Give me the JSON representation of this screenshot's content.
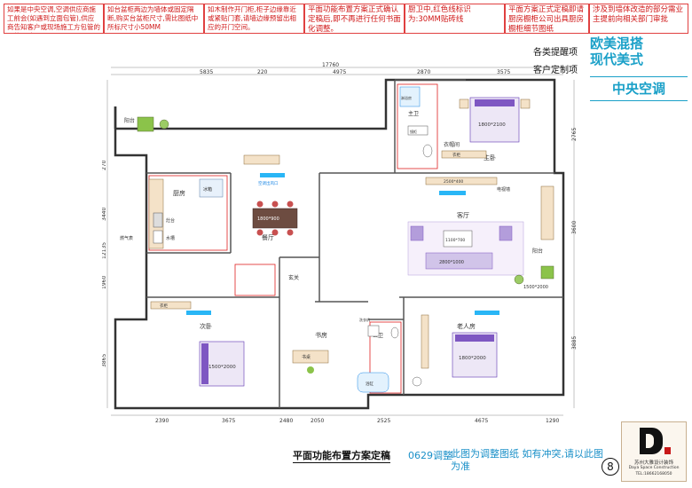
{
  "notes": [
    "如果是中央空调,空调供应商施工前会(如遇到立面包管),供应商告知客户或现场施工方包管的具体尺寸",
    "如台盆柜两边为墙体或固定隔断,购买台盆柜尺寸,需比图纸中所标尺寸小50MM",
    "如木制作开门柜,柜子边缘靠近或紧贴门套,请墙边缘预留出相应的开门空间。",
    "平面功能布置方案正式确认定稿后,即不再进行任何书面化调整。",
    "厨卫中,红色线标识为:30MM贴砖线",
    "平面方案正式定稿即请厨房橱柜公司出具厨房橱柜细节图纸",
    "涉及到墙体改造的部分需业主提前向相关部门审批"
  ],
  "tags": {
    "reminder": "各类提醒项",
    "custom": "客户定制项"
  },
  "style": {
    "line1": "欧美混搭",
    "line2": "现代美式",
    "ac": "中央空调"
  },
  "dims": {
    "total_width": "17760",
    "top": [
      "5835",
      "220",
      "4975",
      "2870",
      "3575"
    ],
    "bottom": [
      "2390",
      "3675",
      "2480",
      "2050",
      "2525",
      "4675",
      "1290"
    ],
    "left": [
      "270",
      "3440",
      "12135",
      "1960",
      "3865"
    ],
    "right": [
      "2765",
      "3600",
      "3885"
    ]
  },
  "rooms": {
    "balcony_n": "阳台",
    "kitchen": "厨房",
    "dining": "餐厅",
    "living": "客厅",
    "master": "主卧",
    "bath_master": "主卫",
    "bedroom2": "次卧",
    "bedroom3": "老人房",
    "study": "书房",
    "bath_public": "公卫",
    "balcony_s": "阳台",
    "entrance": "玄关",
    "wardrobe_master": "衣帽间",
    "study_desk": "书桌"
  },
  "labels": {
    "bed_master": "1800*2100",
    "bed_2": "1500*2000",
    "bed_3": "1800*2000",
    "bed_4": "1500*2000",
    "sofa": "2800*1000",
    "tv_cabinet": "2500*400",
    "coffee_table": "1100*700",
    "dining_table": "1800*900",
    "fridge": "冰箱",
    "stove": "灶台",
    "sink": "水槽",
    "washer": "洗衣机",
    "shower": "淋浴房",
    "bathtub": "浴缸",
    "mirror_cab": "镜柜",
    "wardrobe": "衣柜",
    "tv_wall": "电视墙",
    "gas_meter": "燃气表",
    "ac_outlet": "空调出风口"
  },
  "bottom": {
    "title": "平面功能布置方案定稿",
    "rev": "0629调整",
    "note": "此图为调整图纸 如有冲突,请以此图为准"
  },
  "page_no": "8",
  "logo": {
    "cn": "苏州大雅设计装饰",
    "en": "Daya Space Construction",
    "tel": "TEL:18662168050"
  }
}
